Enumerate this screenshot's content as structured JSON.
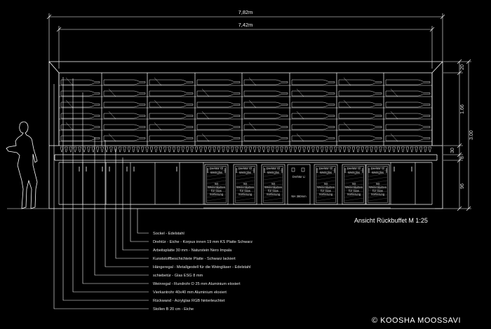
{
  "dimensions": {
    "overall_width": "7,82m",
    "inner_width": "7,42m",
    "right": [
      "20",
      "1.66",
      "3.00",
      "30",
      "8",
      "96"
    ]
  },
  "door_labels": {
    "fach": "Weinglas",
    "gl": "Drehtür Gl",
    "text1": "mit",
    "text2": "Weinetiketten",
    "text3": "für Glas",
    "text4": "Sortierung",
    "center_top": "Drehtür Li",
    "center_bottom": "NH 380mm"
  },
  "title": "Ansicht Rückbuffet  M 1:25",
  "legend": [
    "Sockel - Edelstahl",
    "Drehtür - Eiche - Korpus innen 19 mm KS Platte Schwarz",
    "Arbeitsplatte 30 mm - Naturstein Nero Impala",
    "Kunststoffbeschichtete Platte - Schwarz lackiert",
    "Hängeregal - Metallgestell für die Weingläser - Edelstahl",
    "schiebetür - Glas ESG 8 mm",
    "Weinregal - Rundrohr  D 25 mm Aluminium eloxiert",
    "Vierkantrohr 40x40 mm Aluminium eloxiert",
    "Rückwand - Acrylglas RGB hinterleuchtet",
    "Stollen B 20 cm  - Eiche"
  ],
  "credit": "© KOOSHA MOOSSAVI",
  "colors": {
    "background": "#000000",
    "lines": "#ffffff"
  }
}
